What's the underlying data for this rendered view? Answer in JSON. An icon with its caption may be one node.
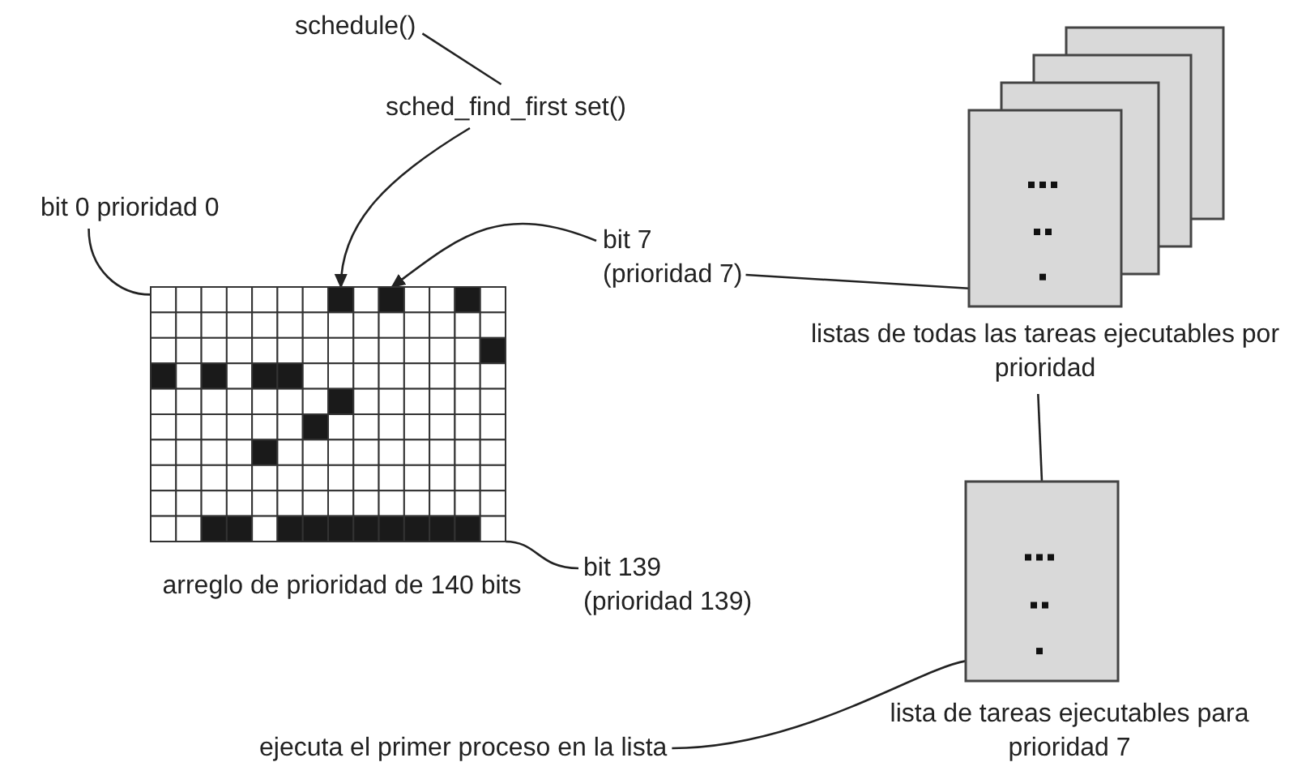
{
  "diagram": {
    "nodes": [
      {
        "text": [
          "schedule()"
        ]
      },
      {
        "text": [
          "sched_find_first set()"
        ]
      },
      {
        "text": [
          "bit 0 prioridad 0"
        ]
      },
      {
        "text": [],
        "shape": "box",
        "beside": [
          "arreglo de prioridad de 140 bits"
        ]
      },
      {
        "text": [
          "bit 7",
          "(prioridad 7)"
        ]
      },
      {
        "text": [],
        "shape": "box",
        "beside": [
          "listas de todas las tareas ejecutables por prioridad"
        ]
      },
      {
        "text": [
          "bit 139",
          "(prioridad 139)"
        ]
      },
      {
        "text": [],
        "shape": "box",
        "beside": [
          "lista de tareas ejecutables para prioridad 7"
        ]
      },
      {
        "text": [
          "ejecuta el primer proceso en la lista"
        ]
      }
    ],
    "edges": [
      {
        "from": 0,
        "to": 1,
        "arrow": "none"
      },
      {
        "from": 1,
        "to": 3,
        "arrow": "to"
      },
      {
        "from": 4,
        "to": 3,
        "arrow": "to"
      },
      {
        "from": 2,
        "to": 3,
        "arrow": "none"
      },
      {
        "from": 4,
        "to": 5,
        "arrow": "none"
      },
      {
        "from": 5,
        "to": 7,
        "arrow": "none"
      },
      {
        "from": 6,
        "to": 3,
        "arrow": "none"
      },
      {
        "from": 8,
        "to": 7,
        "arrow": "none"
      }
    ]
  }
}
